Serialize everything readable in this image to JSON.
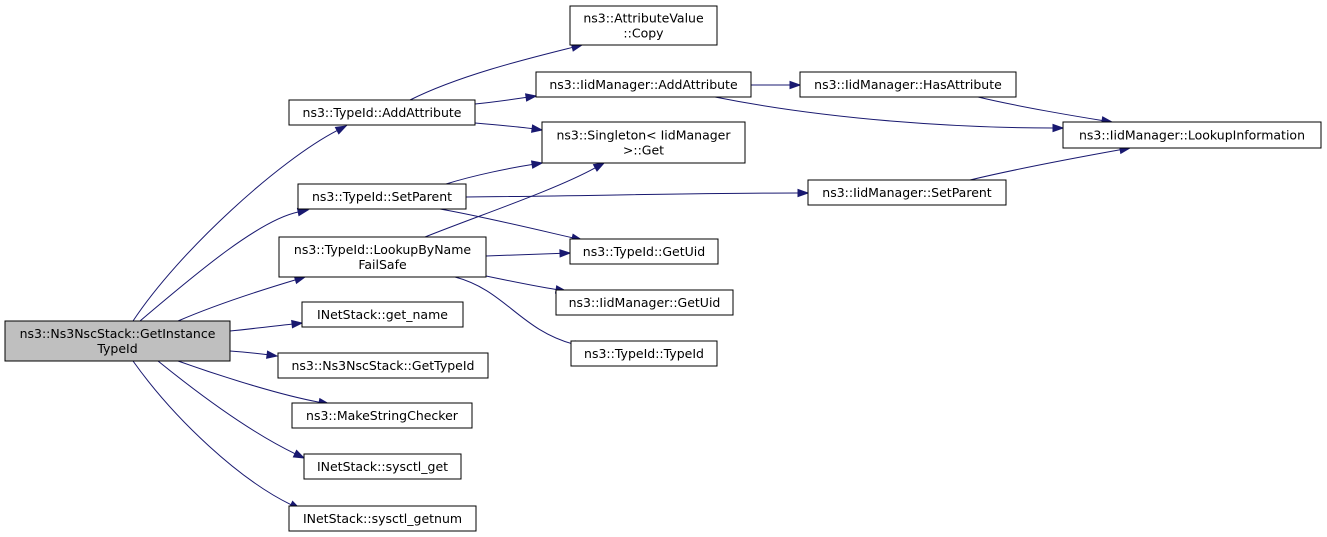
{
  "graph": {
    "colors": {
      "edge": "#191970",
      "root_fill": "#bfbfbf",
      "node_fill": "#ffffff",
      "border": "#000000"
    },
    "nodes": {
      "root": [
        "ns3::Ns3NscStack::GetInstance",
        "TypeId"
      ],
      "typeid_addattribute": [
        "ns3::TypeId::AddAttribute"
      ],
      "typeid_setparent": [
        "ns3::TypeId::SetParent"
      ],
      "typeid_lookupbyname": [
        "ns3::TypeId::LookupByName",
        "FailSafe"
      ],
      "inetstack_get_name": [
        "INetStack::get_name"
      ],
      "ns3nscstack_gettypeid": [
        "ns3::Ns3NscStack::GetTypeId"
      ],
      "makestringchecker": [
        "ns3::MakeStringChecker"
      ],
      "inetstack_sysctl_get": [
        "INetStack::sysctl_get"
      ],
      "inetstack_sysctl_getnum": [
        "INetStack::sysctl_getnum"
      ],
      "attributevalue_copy": [
        "ns3::AttributeValue",
        "::Copy"
      ],
      "iidmanager_addattribute": [
        "ns3::IidManager::AddAttribute"
      ],
      "singleton_get": [
        "ns3::Singleton< IidManager",
        ">::Get"
      ],
      "typeid_getuid": [
        "ns3::TypeId::GetUid"
      ],
      "iidmanager_getuid": [
        "ns3::IidManager::GetUid"
      ],
      "typeid_typeid": [
        "ns3::TypeId::TypeId"
      ],
      "iidmanager_hasattribute": [
        "ns3::IidManager::HasAttribute"
      ],
      "iidmanager_setparent": [
        "ns3::IidManager::SetParent"
      ],
      "iidmanager_lookupinformation": [
        "ns3::IidManager::LookupInformation"
      ]
    },
    "edges": [
      [
        "root",
        "typeid_addattribute"
      ],
      [
        "root",
        "typeid_setparent"
      ],
      [
        "root",
        "typeid_lookupbyname"
      ],
      [
        "root",
        "inetstack_get_name"
      ],
      [
        "root",
        "ns3nscstack_gettypeid"
      ],
      [
        "root",
        "makestringchecker"
      ],
      [
        "root",
        "inetstack_sysctl_get"
      ],
      [
        "root",
        "inetstack_sysctl_getnum"
      ],
      [
        "typeid_addattribute",
        "attributevalue_copy"
      ],
      [
        "typeid_addattribute",
        "iidmanager_addattribute"
      ],
      [
        "typeid_addattribute",
        "singleton_get"
      ],
      [
        "iidmanager_addattribute",
        "iidmanager_hasattribute"
      ],
      [
        "iidmanager_addattribute",
        "iidmanager_lookupinformation"
      ],
      [
        "iidmanager_hasattribute",
        "iidmanager_lookupinformation"
      ],
      [
        "typeid_setparent",
        "singleton_get"
      ],
      [
        "typeid_setparent",
        "iidmanager_setparent"
      ],
      [
        "typeid_setparent",
        "typeid_getuid"
      ],
      [
        "iidmanager_setparent",
        "iidmanager_lookupinformation"
      ],
      [
        "typeid_lookupbyname",
        "singleton_get"
      ],
      [
        "typeid_lookupbyname",
        "typeid_getuid"
      ],
      [
        "typeid_lookupbyname",
        "iidmanager_getuid"
      ],
      [
        "typeid_lookupbyname",
        "typeid_typeid"
      ]
    ]
  }
}
